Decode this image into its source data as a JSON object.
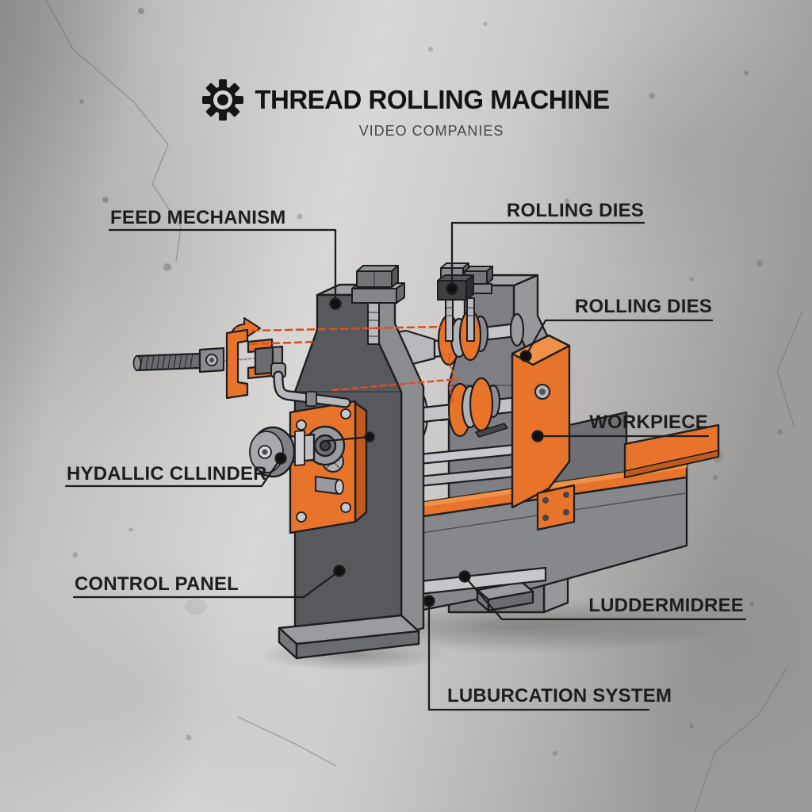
{
  "header": {
    "title": "THREAD ROLLING MACHINE",
    "subtitle": "VIDEO COMPANIES",
    "icon": "gear-icon"
  },
  "labels": {
    "feed_mechanism": "FEED MECHANISM",
    "rolling_dies_top": "ROLLING DIES",
    "rolling_dies_right": "ROLLING DIES",
    "workpiece": "WORKPIECE",
    "hydraulic_cylinder": "HYDALLIC CLLINDER",
    "control_panel": "CONTROL PANEL",
    "luddermidree": "LUDDERMIDREE",
    "lubrication_system": "LUBURCATION SYSTEM"
  },
  "diagram": {
    "type": "labeled-illustration",
    "subject": "thread rolling machine"
  },
  "colors": {
    "accent_orange": "#E8732A",
    "orange_highlight": "#F0914A",
    "orange_shadow": "#C05A1E",
    "machine_gray_dark": "#58595D",
    "machine_gray_mid": "#87888C",
    "machine_gray_light": "#C3C4C8",
    "outline_ink": "#1D1E21",
    "feed_path_red": "#E04E1E",
    "background_concrete": "#C6C5C3",
    "label_text": "#1E1E1E"
  }
}
